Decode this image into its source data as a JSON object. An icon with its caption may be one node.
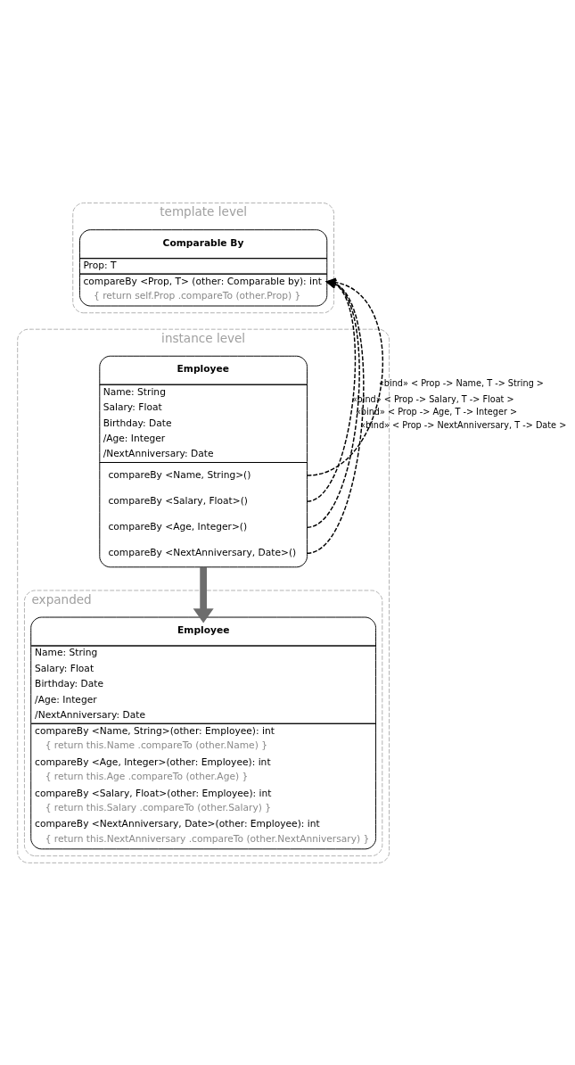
{
  "diagram": {
    "nodes": [
      {
        "text": [
          "template level"
        ]
      },
      {
        "text": [
          "Comparable By",
          "Prop: T",
          "compareBy <Prop, T> (other: Comparable by): int",
          "{ return self.Prop .compareTo (other.Prop) }"
        ],
        "in": 0
      },
      {
        "text": [
          "instance level"
        ]
      },
      {
        "text": [
          "Employee",
          "Name: String",
          "Salary: Float",
          "Birthday: Date",
          "/Age: Integer",
          "/NextAnniversary: Date",
          "compareBy <Name, String>()",
          "compareBy <Salary, Float>()",
          "compareBy <Age, Integer>()",
          "compareBy <NextAnniversary, Date>()"
        ],
        "in": 2
      },
      {
        "text": [
          "expanded"
        ],
        "in": 2
      },
      {
        "text": [
          "Employee",
          "Name: String",
          "Salary: Float",
          "Birthday: Date",
          "/Age: Integer",
          "/NextAnniversary: Date",
          "compareBy <Name, String>(other: Employee): int",
          "{ return this.Name .compareTo (other.Name) }",
          "compareBy <Age, Integer>(other: Employee): int",
          "{ return this.Age .compareTo (other.Age) }",
          "compareBy <Salary, Float>(other: Employee): int",
          "{ return this.Salary .compareTo (other.Salary) }",
          "compareBy <NextAnniversary, Date>(other: Employee): int",
          "{ return this.NextAnniversary .compareTo (other.NextAnniversary) }"
        ],
        "in": 4
      }
    ],
    "edges": [
      {
        "from": 3,
        "to": 1,
        "arrow": "to",
        "style": "dashed",
        "label": "«bind» < Prop -> Name, T -> String >"
      },
      {
        "from": 3,
        "to": 1,
        "arrow": "to",
        "style": "dashed",
        "label": "«bind» < Prop -> Salary, T -> Float >"
      },
      {
        "from": 3,
        "to": 1,
        "arrow": "to",
        "style": "dashed",
        "label": "«bind» < Prop -> Age, T -> Integer >"
      },
      {
        "from": 3,
        "to": 1,
        "arrow": "to",
        "style": "dashed",
        "label": "«bind» < Prop -> NextAnniversary, T -> Date >"
      },
      {
        "from": 3,
        "to": 5,
        "arrow": "to",
        "style": "thick",
        "color": "#6d6d6d"
      }
    ]
  }
}
